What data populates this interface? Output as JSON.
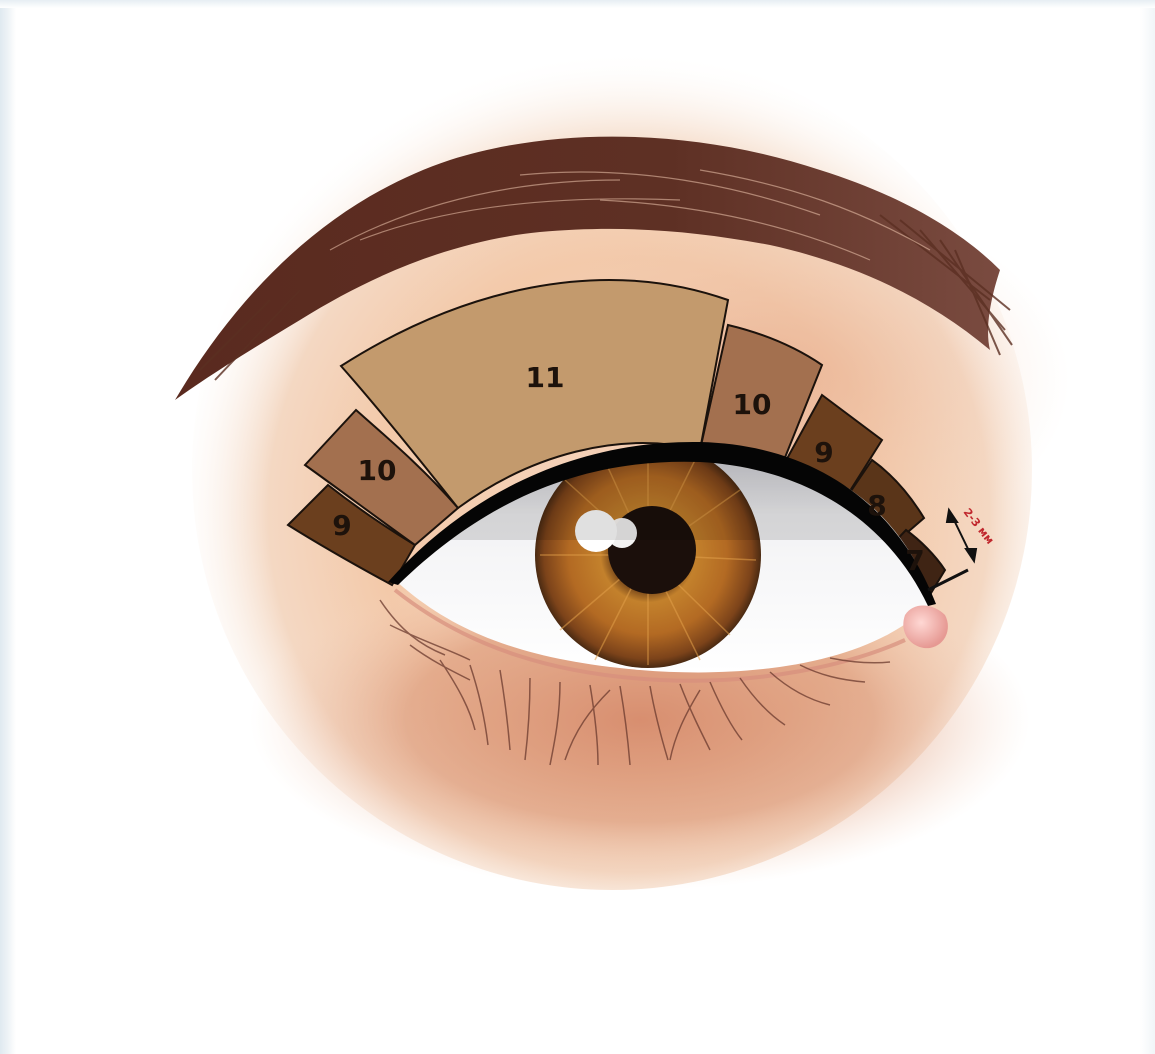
{
  "diagram": {
    "zones": [
      {
        "id": "inner-outer-9",
        "label": "9",
        "color": "#6b3f1e"
      },
      {
        "id": "inner-10",
        "label": "10",
        "color": "#a3704f"
      },
      {
        "id": "center-11",
        "label": "11",
        "color": "#c39a6d"
      },
      {
        "id": "outer-10",
        "label": "10",
        "color": "#a3704f"
      },
      {
        "id": "outer-9",
        "label": "9",
        "color": "#6b3f1e"
      },
      {
        "id": "outer-8",
        "label": "8",
        "color": "#5a3519"
      },
      {
        "id": "outer-7",
        "label": "7",
        "color": "#3f2414"
      }
    ],
    "measurement_label": "2-3 мм",
    "colors": {
      "skin": "#f7d9bf",
      "shadow": "#d98d6c",
      "brow": "#5b2f22",
      "iris": "#b06d22",
      "pupil": "#1b0f0b",
      "eyeliner": "#050505",
      "tear_duct": "#eda6a2",
      "measurement": "#c0272d"
    },
    "icons": [
      "eyebrow-icon",
      "eye-icon",
      "double-arrow-icon"
    ]
  }
}
